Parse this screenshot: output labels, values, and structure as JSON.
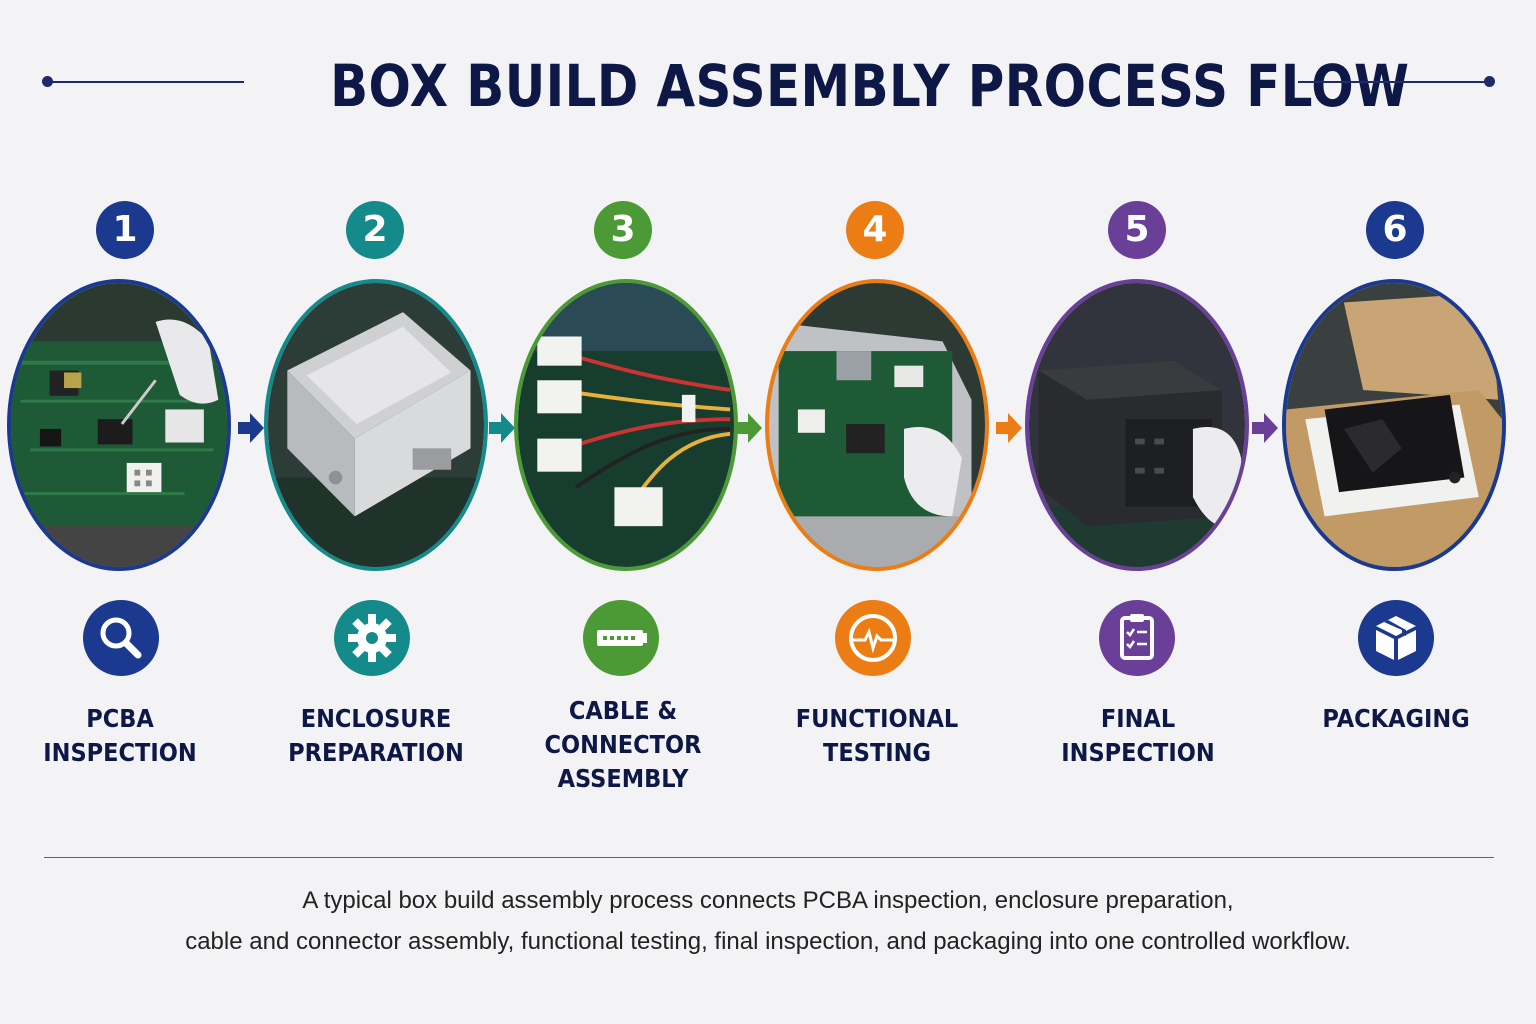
{
  "title": "BOX BUILD ASSEMBLY PROCESS FLOW",
  "steps": [
    {
      "number": "1",
      "label": "PCBA\nINSPECTION",
      "color": "#1b3a8f",
      "icon": "magnifier-icon",
      "photo": "pcba-board"
    },
    {
      "number": "2",
      "label": "ENCLOSURE\nPREPARATION",
      "color": "#148a8a",
      "icon": "gear-icon",
      "photo": "metal-enclosure"
    },
    {
      "number": "3",
      "label": "CABLE &\nCONNECTOR\nASSEMBLY",
      "color": "#4c9a35",
      "icon": "connector-icon",
      "photo": "wire-harness"
    },
    {
      "number": "4",
      "label": "FUNCTIONAL\nTESTING",
      "color": "#ec7d14",
      "icon": "pulse-icon",
      "photo": "testing-unit"
    },
    {
      "number": "5",
      "label": "FINAL\nINSPECTION",
      "color": "#6a3f98",
      "icon": "checklist-icon",
      "photo": "finished-box"
    },
    {
      "number": "6",
      "label": "PACKAGING",
      "color": "#1b3a8f",
      "icon": "package-icon",
      "photo": "packaged-box"
    }
  ],
  "footer": {
    "line1": "A typical box build assembly process connects PCBA inspection, enclosure preparation,",
    "line2": "cable and connector assembly, functional testing, final inspection, and packaging into one controlled workflow."
  }
}
